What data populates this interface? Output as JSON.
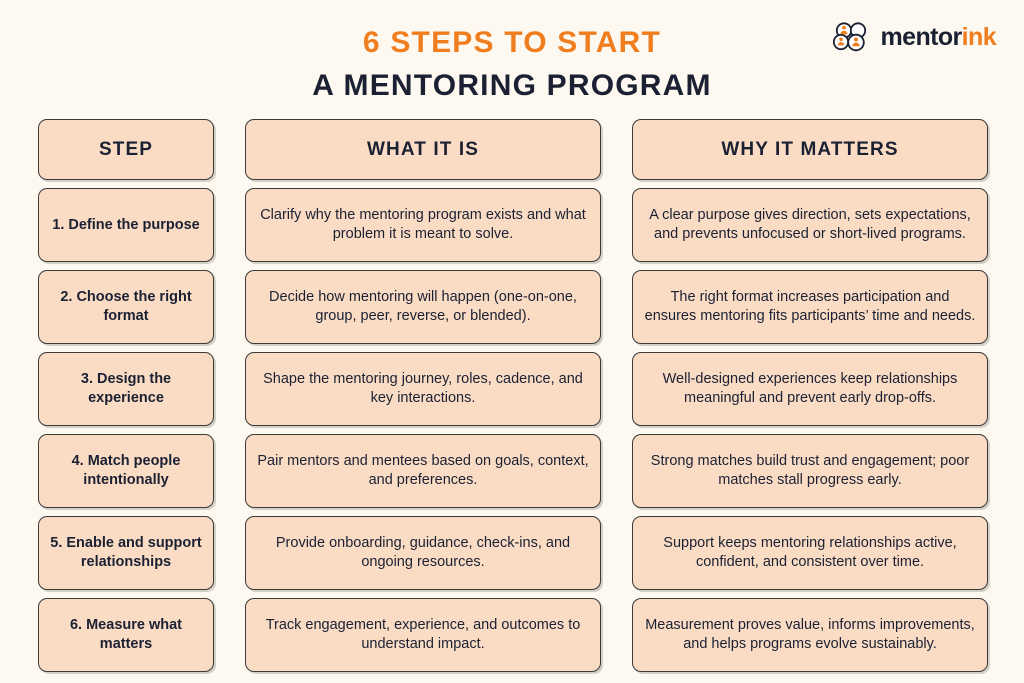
{
  "header": {
    "title_line1": "6 Steps to Start",
    "title_line2": "A Mentoring Program",
    "logo": {
      "name_dark": "mentor",
      "name_accent": "ink",
      "mark_icon": "people-cluster-icon"
    }
  },
  "colors": {
    "background": "#fdf8f0",
    "accent_orange": "#f07d1e",
    "dark_navy": "#1b2133",
    "cell_fill": "#fadcc4",
    "cell_border": "#3a3a3a"
  },
  "table": {
    "columns": [
      "STEP",
      "WHAT IT IS",
      "WHY IT MATTERS"
    ],
    "rows": [
      {
        "step": "1. Define the purpose",
        "what": "Clarify why the mentoring program exists and what problem it is meant to solve.",
        "why": "A clear purpose gives direction, sets expectations, and prevents unfocused or short-lived programs."
      },
      {
        "step": "2. Choose the right format",
        "what": "Decide how mentoring will happen (one-on-one, group, peer, reverse, or blended).",
        "why": "The right format increases participation and ensures mentoring fits participants’ time and needs."
      },
      {
        "step": "3. Design the experience",
        "what": "Shape the mentoring journey, roles, cadence, and key interactions.",
        "why": "Well-designed experiences keep relationships meaningful and prevent early drop-offs."
      },
      {
        "step": "4. Match people intentionally",
        "what": "Pair mentors and mentees based on goals, context, and preferences.",
        "why": "Strong matches build trust and engagement; poor matches stall progress early."
      },
      {
        "step": "5. Enable and support relationships",
        "what": "Provide onboarding, guidance, check-ins, and ongoing resources.",
        "why": "Support keeps mentoring relationships active, confident, and consistent over time."
      },
      {
        "step": "6. Measure what matters",
        "what": "Track engagement, experience, and outcomes to understand impact.",
        "why": "Measurement proves value, informs improvements, and helps programs evolve sustainably."
      }
    ]
  }
}
